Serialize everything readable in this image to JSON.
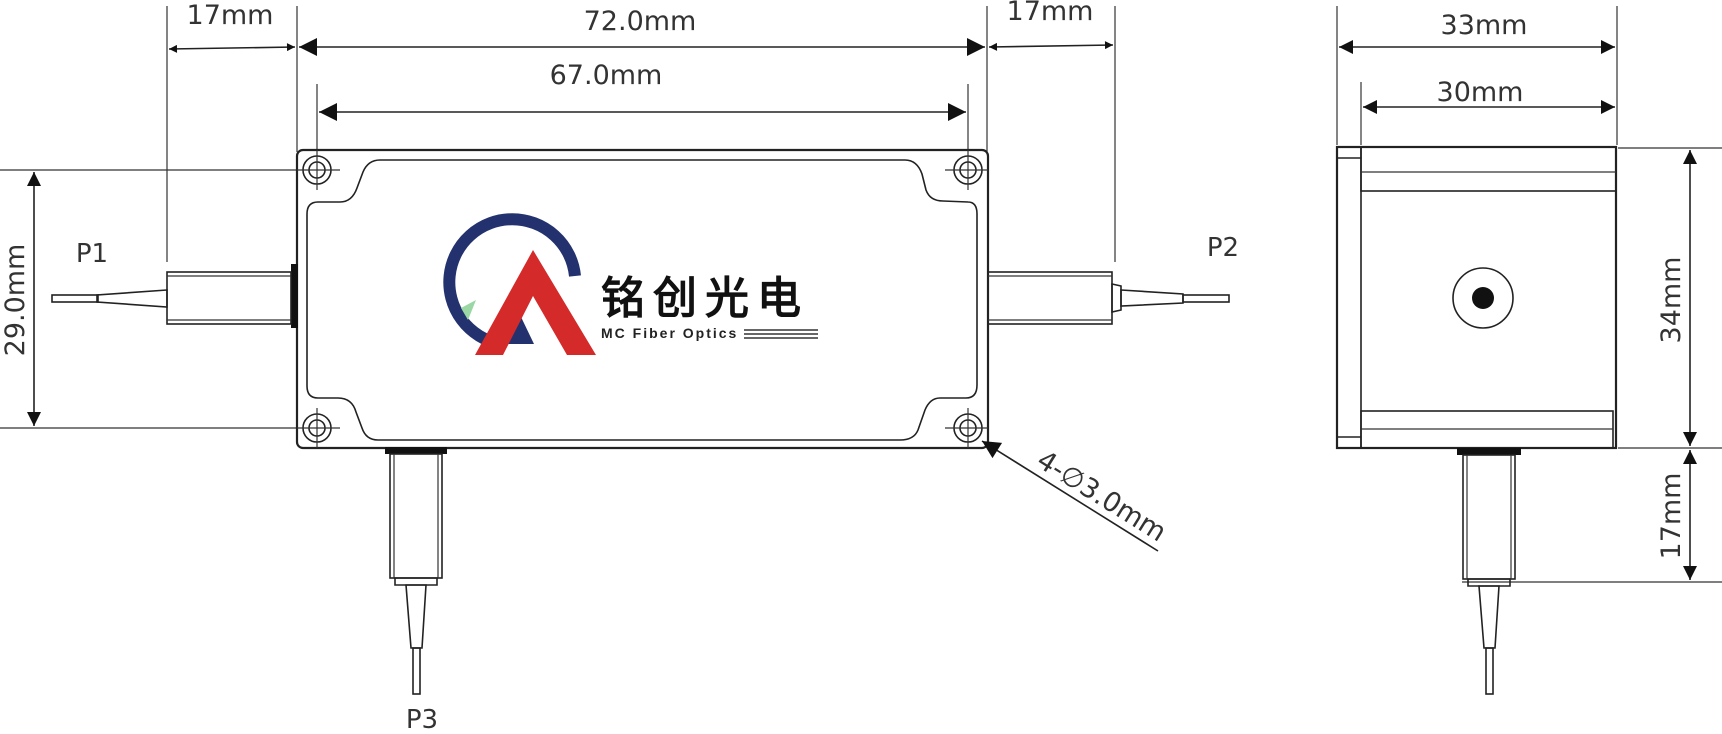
{
  "colors": {
    "brand_blue": "#23326e",
    "brand_red": "#d42a2a",
    "line": "#222222"
  },
  "dimensions": {
    "left_fiber_length": "17mm",
    "body_length": "72.0mm",
    "hole_spacing_length": "67.0mm",
    "right_fiber_length": "17mm",
    "body_height": "29.0mm",
    "side_width": "33mm",
    "side_inner_width": "30mm",
    "side_height": "34mm",
    "bottom_fiber_length": "17mm",
    "mount_holes": "4-∅3.0mm"
  },
  "ports": {
    "p1": "P1",
    "p2": "P2",
    "p3": "P3"
  },
  "brand": {
    "cn_name": "铭创光电",
    "en_name": "MC Fiber Optics",
    "logo_icon": "mc-logo-icon"
  }
}
